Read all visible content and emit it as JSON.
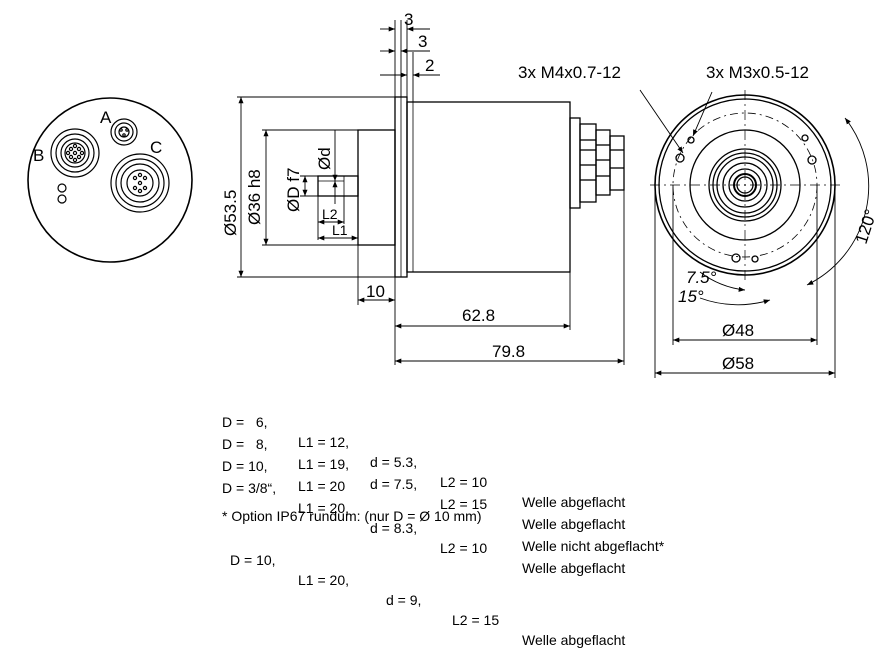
{
  "labels": {
    "conn_a": "A",
    "conn_b": "B",
    "conn_c": "C",
    "dim_3a": "3",
    "dim_3b": "3",
    "dim_2": "2",
    "dim_53_5": "Ø53.5",
    "dim_36h8": "Ø36 h8",
    "dim_Df7": "ØD f7",
    "dim_d": "Ød",
    "dim_L2": "L2",
    "dim_L1": "L1",
    "dim_10": "10",
    "dim_62_8": "62.8",
    "dim_79_8": "79.8",
    "thread_m4": "3x M4x0.7-12",
    "thread_m3": "3x M3x0.5-12",
    "angle_120": "120°",
    "angle_7_5": "7.5°",
    "angle_15": "15°",
    "dim_48": "Ø48",
    "dim_58": "Ø58"
  },
  "spec_rows": [
    {
      "d_big": "D =   6,",
      "l1": "L1 = 12,",
      "d_small": "d = 5.3,",
      "l2": "L2 = 10",
      "shaft": "Welle abgeflacht"
    },
    {
      "d_big": "D =   8,",
      "l1": "L1 = 19,",
      "d_small": "d = 7.5,",
      "l2": "L2 = 15",
      "shaft": "Welle abgeflacht"
    },
    {
      "d_big": "D = 10,",
      "l1": "L1 = 20",
      "d_small": "",
      "l2": "",
      "shaft": "Welle nicht abgeflacht*"
    },
    {
      "d_big": "D = 3/8“,",
      "l1": "L1 = 20,",
      "d_small": "d = 8.3,",
      "l2": "L2 = 10",
      "shaft": "Welle abgeflacht"
    }
  ],
  "footnote": "* Option IP67 rundum: (nur D = Ø 10 mm)",
  "footnote_row": {
    "d_big": "D = 10,",
    "l1": "L1 = 20,",
    "d_small": "d = 9,",
    "l2": "L2 = 15",
    "shaft": "Welle abgeflacht"
  }
}
